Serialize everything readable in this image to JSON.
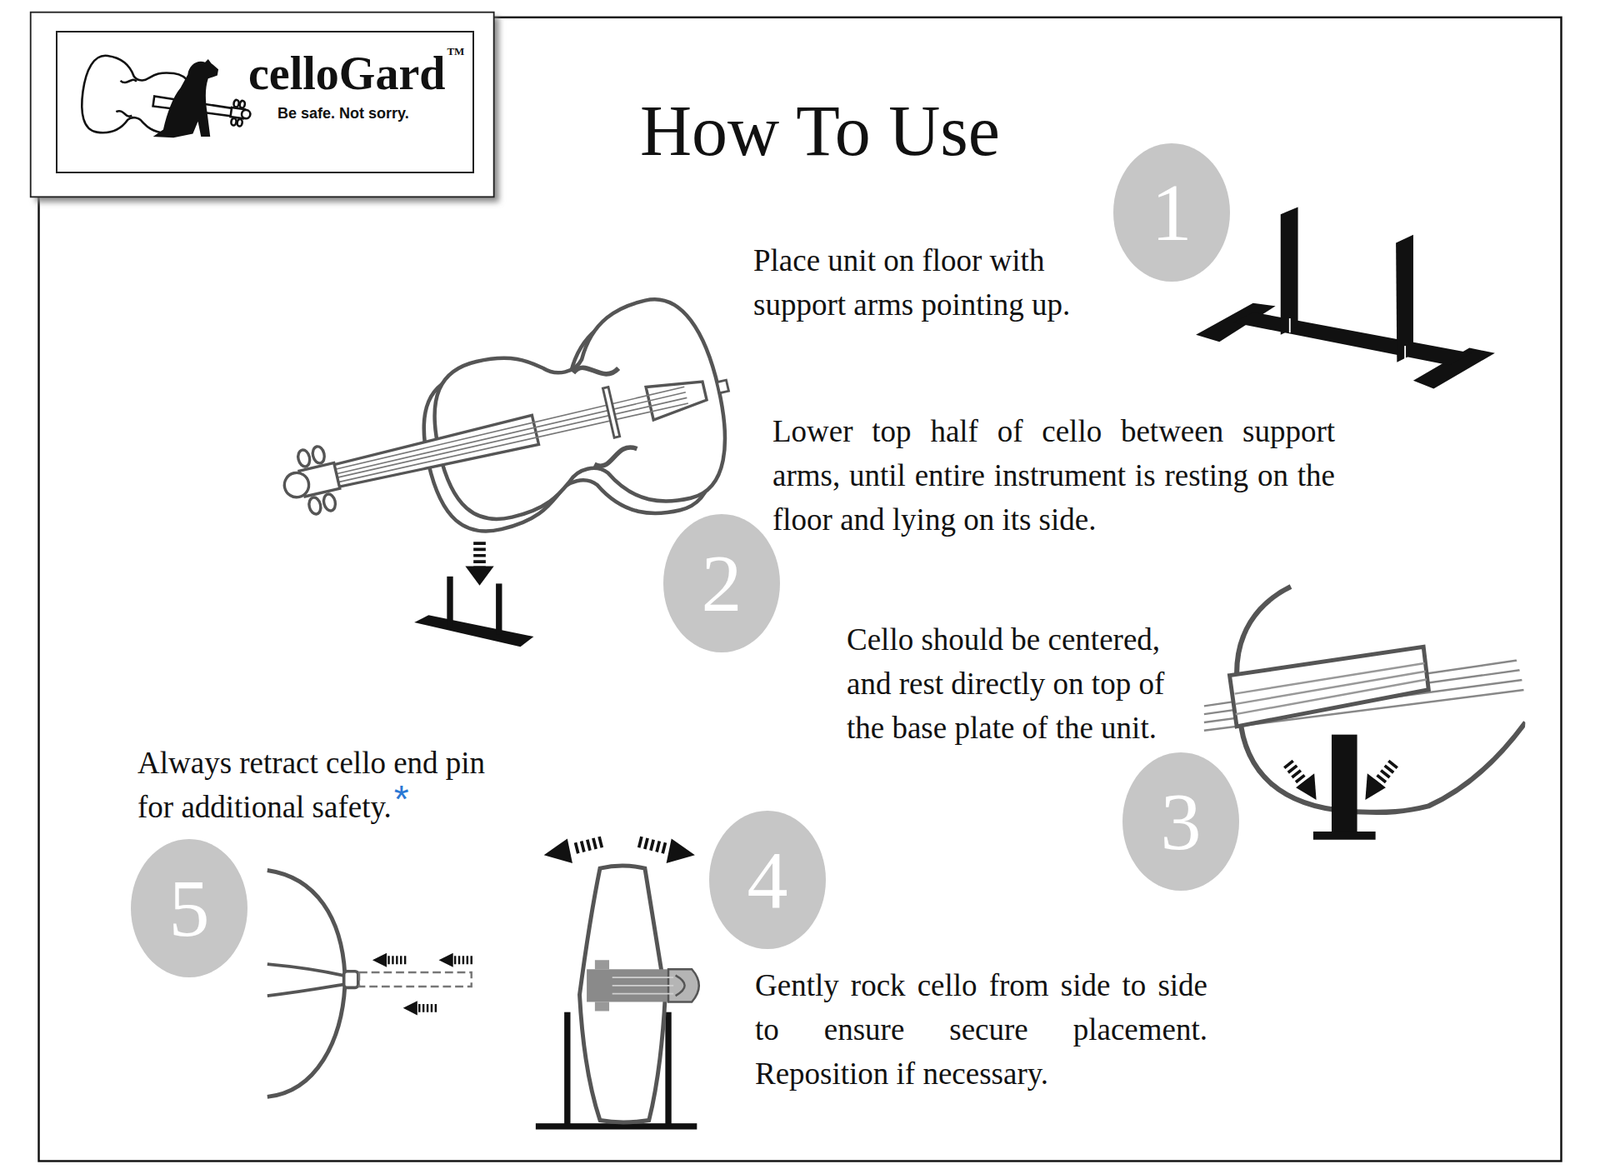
{
  "diagram": {
    "title": "How To Use",
    "nodes": [
      {
        "text": [
          "celloGard",
          "TM",
          "Be safe. Not sorry."
        ]
      },
      {
        "text": [
          "1"
        ]
      },
      {
        "text": [
          "2"
        ]
      },
      {
        "text": [
          "3"
        ]
      },
      {
        "text": [
          "5"
        ]
      },
      {
        "text": [
          "4"
        ]
      }
    ],
    "labels": [
      "Place unit on floor with support arms pointing up.",
      "Lower top half of cello between support arms, until entire instrument is resting on the floor and lying on its side.",
      "Cello should be centered, and rest directly on top of the base plate of the unit.",
      "Always retract cello end pin for additional safety.",
      "*",
      "Gently rock cello from side to side to ensure secure placement. Reposition if necessary."
    ]
  }
}
